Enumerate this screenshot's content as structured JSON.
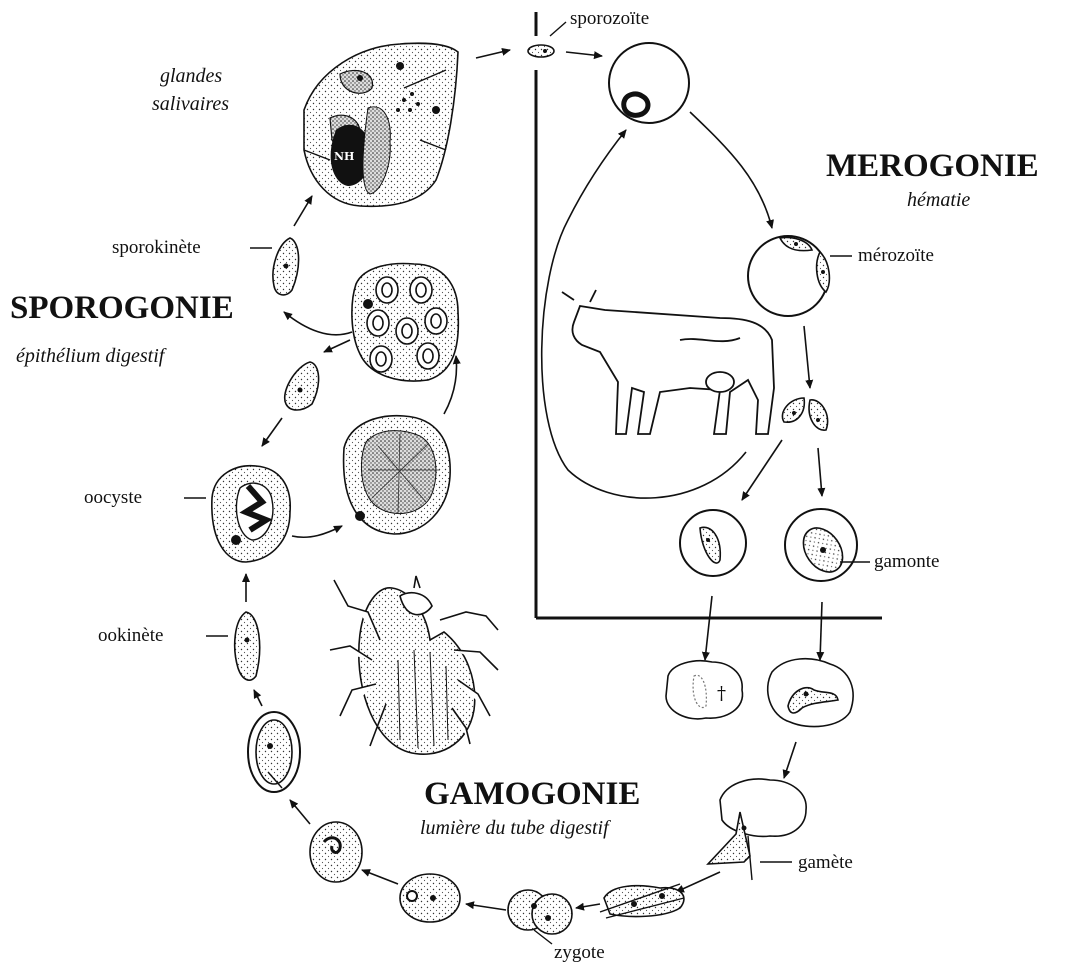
{
  "phases": {
    "merogonie": {
      "title": "MEROGONIE",
      "subtitle": "hématie"
    },
    "sporogonie": {
      "title": "SPOROGONIE",
      "subtitle": "épithélium digestif"
    },
    "gamogonie": {
      "title": "GAMOGONIE",
      "subtitle": "lumière du tube digestif"
    }
  },
  "glandes": {
    "line1": "glandes",
    "line2": "salivaires"
  },
  "labels": {
    "sporozoite": "sporozoïte",
    "merozoite": "mérozoïte",
    "gamonte": "gamonte",
    "gamete": "gamète",
    "zygote": "zygote",
    "ookinete": "ookinète",
    "oocyste": "oocyste",
    "sporokinete": "sporokinète",
    "nh": "NH"
  },
  "icons": [
    "cow-illustration",
    "tick-illustration"
  ]
}
